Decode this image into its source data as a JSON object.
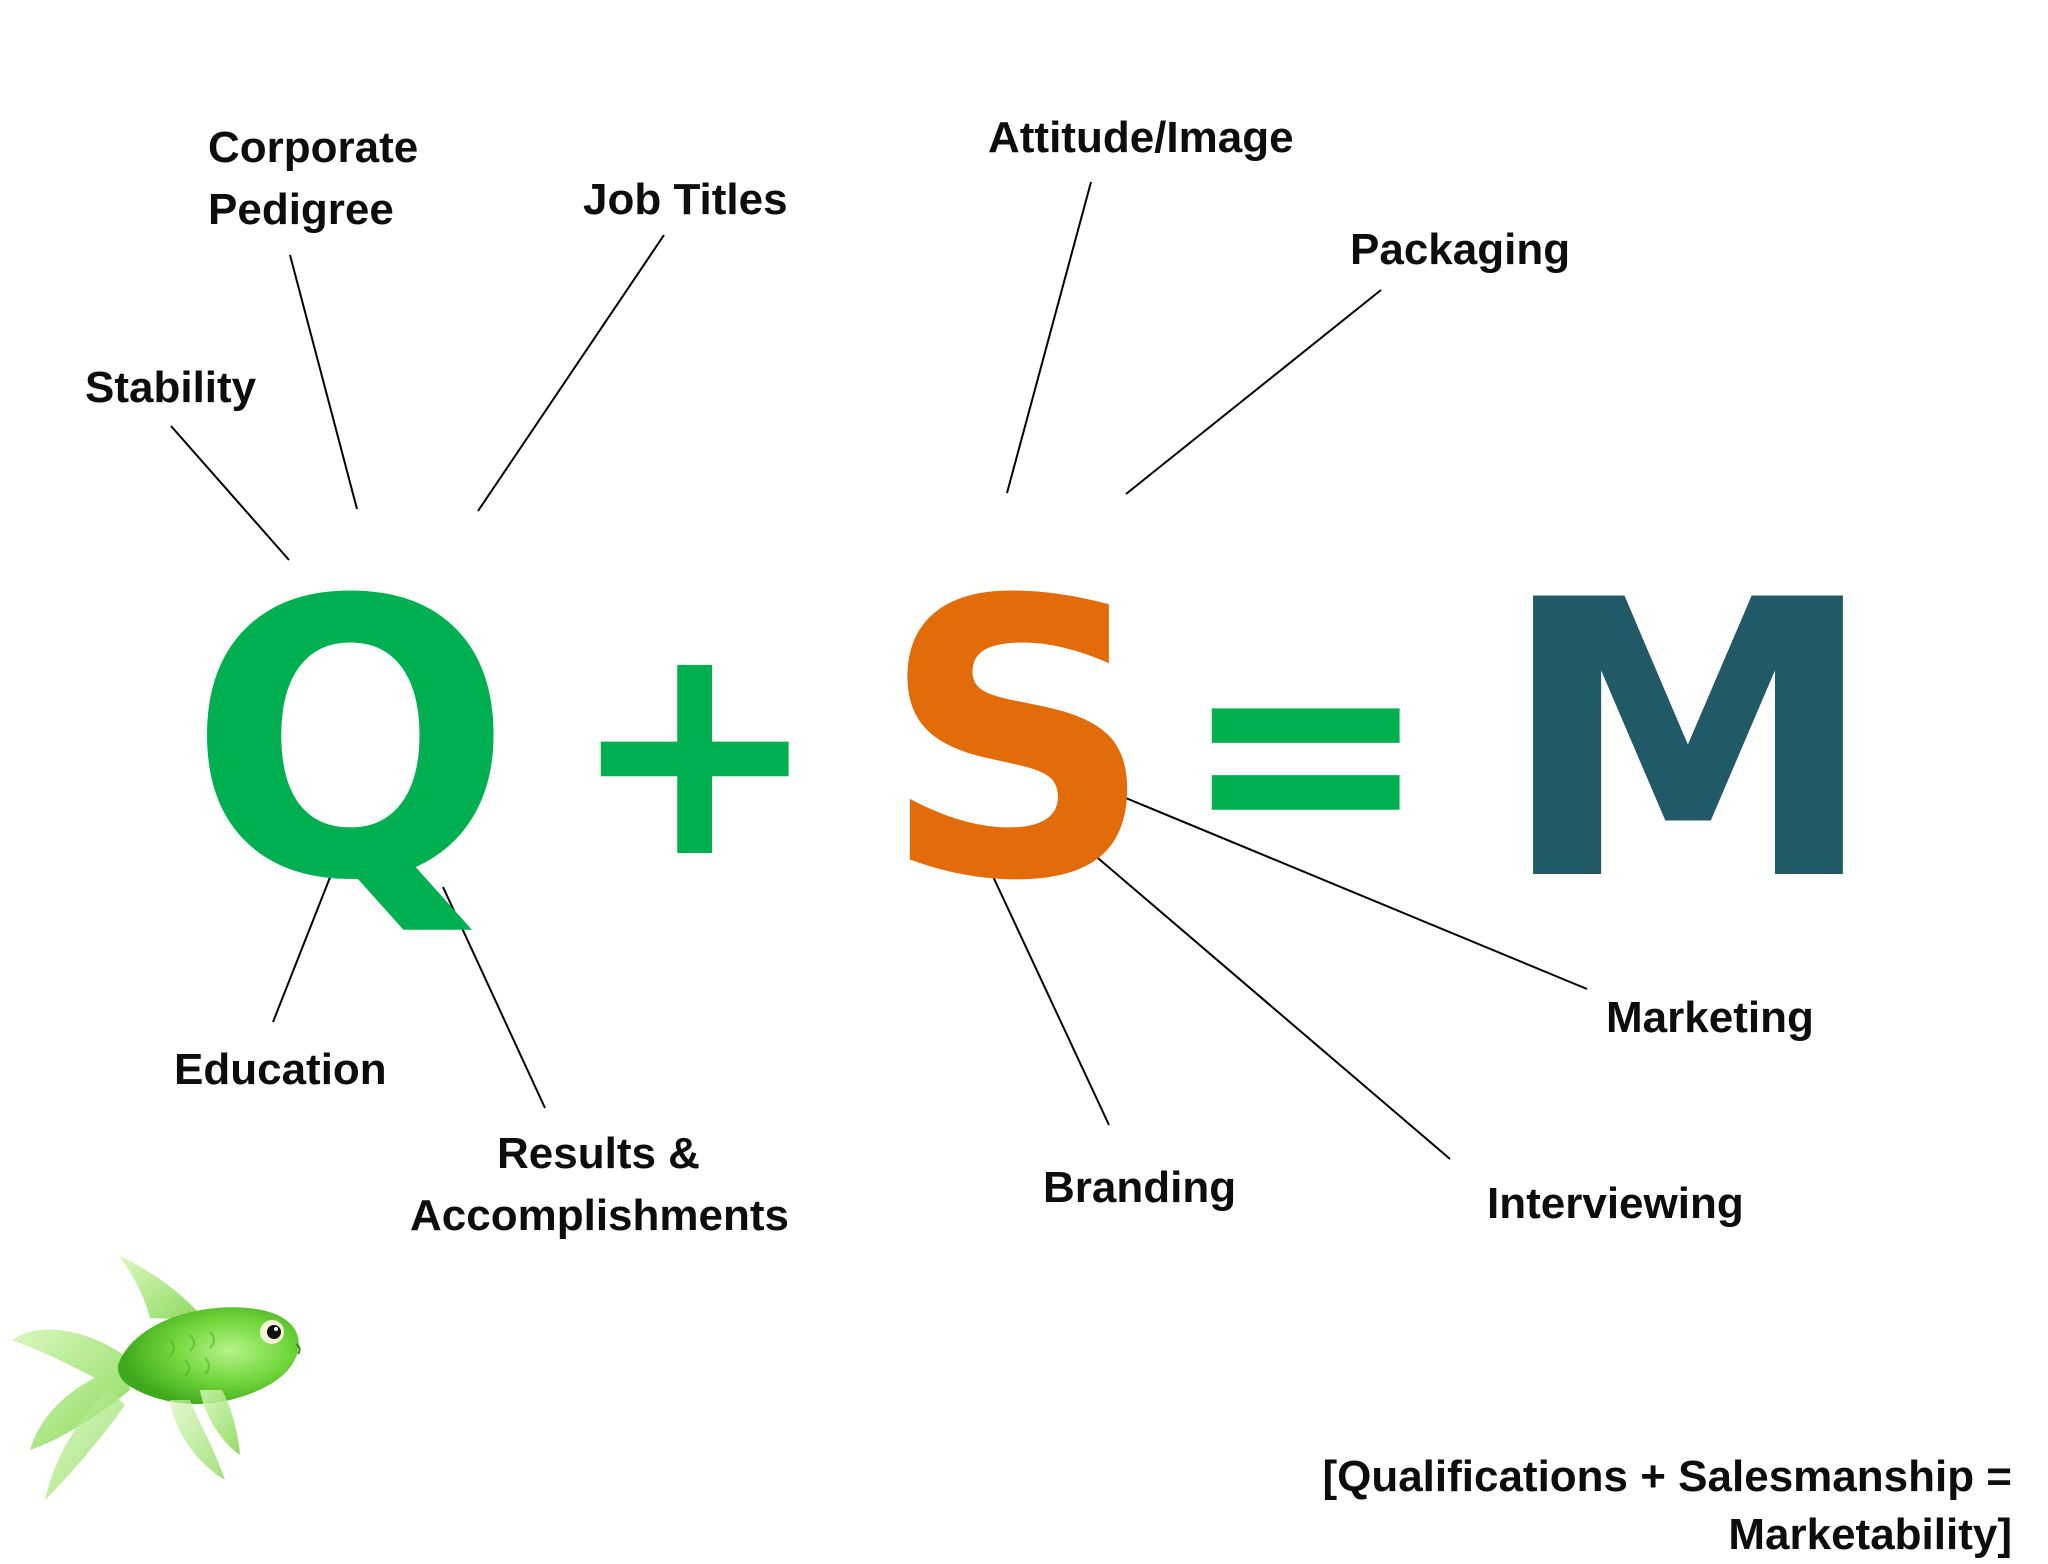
{
  "equation": {
    "q": "Q",
    "plus": "+",
    "s": "S",
    "equals": "=",
    "m": "M"
  },
  "colors": {
    "q": "#00b050",
    "plus": "#00b050",
    "s": "#e36c0a",
    "equals": "#00b050",
    "m": "#215967",
    "text": "#0d0d0d",
    "line": "#000000"
  },
  "q_factors": {
    "stability": "Stability",
    "corporate_pedigree_1": "Corporate",
    "corporate_pedigree_2": "Pedigree",
    "job_titles": "Job Titles",
    "education": "Education",
    "results_1": "Results &",
    "results_2": "Accomplishments"
  },
  "s_factors": {
    "attitude_image": "Attitude/Image",
    "packaging": "Packaging",
    "marketing": "Marketing",
    "branding": "Branding",
    "interviewing": "Interviewing"
  },
  "footer": {
    "line1": "[Qualifications + Salesmanship =",
    "line2": "Marketability]"
  },
  "decoration": {
    "fish_icon": "green-goldfish"
  }
}
